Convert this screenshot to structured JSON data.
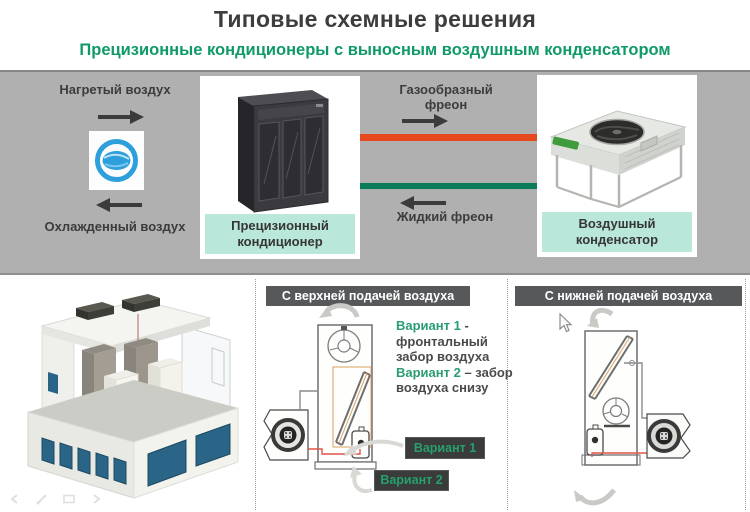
{
  "slide": {
    "title": "Типовые схемные решения",
    "subtitle": "Прецизионные кондиционеры с выносным воздушным конденсатором"
  },
  "band": {
    "heated_air": "Нагретый воздух",
    "cooled_air": "Охлажденный воздух",
    "gas_freon": "Газообразный фреон",
    "liquid_freon": "Жидкий фреон",
    "conditioner_caption": "Прецизионный кондиционер",
    "condenser_caption": "Воздушный конденсатор"
  },
  "panels": {
    "top_supply_header": "С верхней подачей воздуха",
    "bottom_supply_header": "С нижней подачей воздуха",
    "variant1_name": "Вариант 1",
    "variant1_dash": " -",
    "variant1_line2": "фронтальный",
    "variant1_line3": "забор воздуха",
    "variant2_name": "Вариант 2",
    "variant2_tail": " – забор",
    "variant2_line2": "воздуха снизу",
    "badge1": "Вариант 1",
    "badge2": "Вариант 2"
  },
  "colors": {
    "subtitle_green": "#0f9a68",
    "hot_freon_red": "#e5491d",
    "cold_freon_green": "#0b7c5a",
    "caption_teal_bg": "#b9e7d9",
    "panel_header_gray": "#57585a",
    "badge_bg": "#3a3b3b",
    "badge_green_text": "#27a06b",
    "band_gray": "#b0b0b0",
    "window_blue": "#2a6486",
    "icon_blue": "#2d9fdb"
  }
}
